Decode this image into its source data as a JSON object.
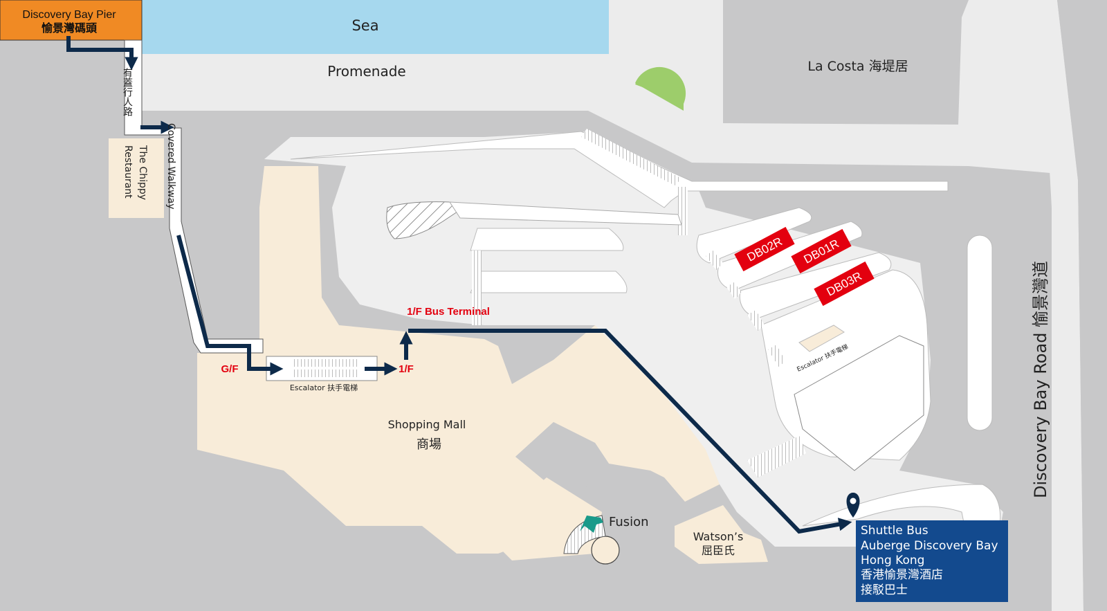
{
  "places": {
    "pier_en": "Discovery Bay Pier",
    "pier_zh": "愉景灣碼頭",
    "sea": "Sea",
    "promenade": "Promenade",
    "la_costa": "La Costa  海堤居",
    "covered_walkway_zh": "有蓋行人路",
    "covered_walkway_en": "Covered Walkway",
    "chippy_line1": "The Chippy",
    "chippy_line2": "Restaurant",
    "mall_en": "Shopping Mall",
    "mall_zh": "商場",
    "fusion": "Fusion",
    "watsons_en": "Watson’s",
    "watsons_zh": "屈臣氏",
    "road": "Discovery Bay Road  愉景灣道"
  },
  "route": {
    "gf": "G/F",
    "first_floor": "1/F",
    "bus_terminal": "1/F Bus Terminal",
    "escalator_main": "Escalator  扶手電梯",
    "escalator_small": "Escalator  扶手電梯"
  },
  "bays": [
    "DB02R",
    "DB01R",
    "DB03R"
  ],
  "destination": {
    "lines": [
      "Shuttle Bus",
      "Auberge Discovery Bay",
      "Hong Kong",
      "香港愉景灣酒店",
      "接駁巴士"
    ]
  },
  "colors": {
    "route": "#0d2a4a",
    "pier_box": "#f08a24",
    "destination_box": "#134a8e",
    "bay_label": "#e3000f",
    "sea": "#a6d8ee",
    "mall": "#f8ecd9",
    "pin": "#0d2a4a"
  },
  "icons": {
    "destination_pin": "map-pin-icon",
    "fusion_marker": "arrow-icon"
  }
}
